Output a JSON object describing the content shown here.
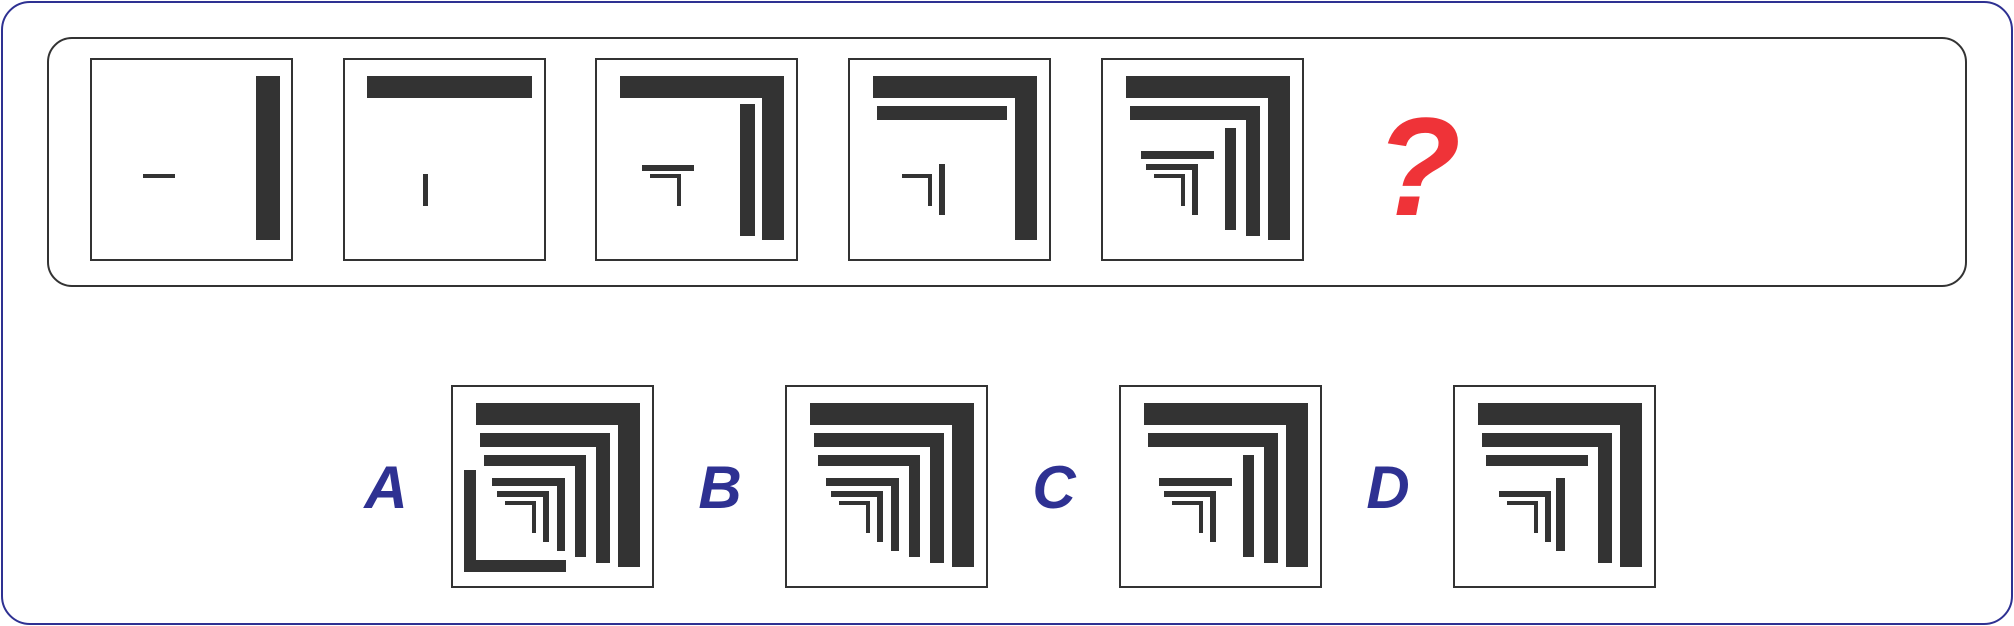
{
  "colors": {
    "frame": "#2e3192",
    "ink": "#333333",
    "question": "#ef3338",
    "letters": "#2e3192"
  },
  "question_mark": "?",
  "options": [
    {
      "letter": "A"
    },
    {
      "letter": "B"
    },
    {
      "letter": "C"
    },
    {
      "letter": "D"
    }
  ]
}
